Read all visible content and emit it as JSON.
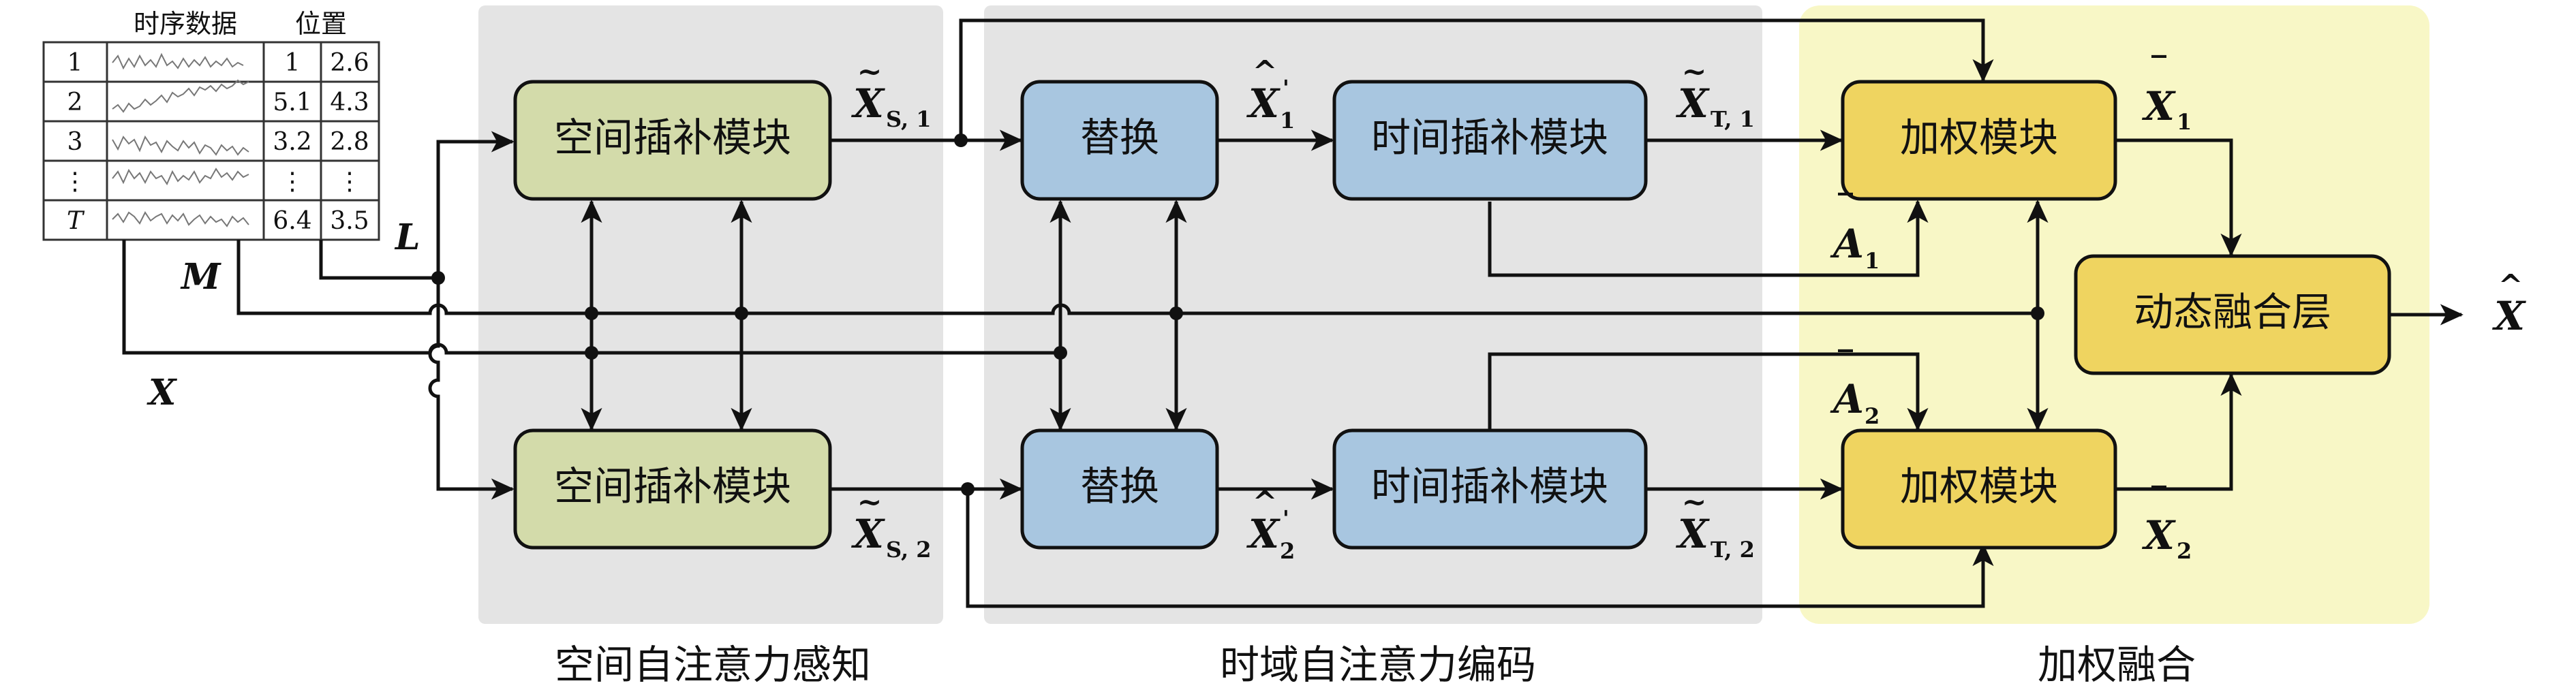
{
  "colors": {
    "spatial_box": "#d3dbaa",
    "temporal_box": "#a8c6e0",
    "weight_box": "#efd460",
    "spatial_bg": "#e4e4e4",
    "temporal_bg": "#e4e4e4",
    "fusion_bg": "#f8f7c6",
    "stroke": "#111111"
  },
  "input_table": {
    "header_series": "时序数据",
    "header_position": "位置",
    "rows": [
      {
        "id": "1",
        "p1": "1",
        "p2": "2.6"
      },
      {
        "id": "2",
        "p1": "5.1",
        "p2": "4.3"
      },
      {
        "id": "3",
        "p1": "3.2",
        "p2": "2.8"
      },
      {
        "id": "⋮",
        "p1": "⋮",
        "p2": "⋮"
      },
      {
        "id": "T",
        "p1": "6.4",
        "p2": "3.5"
      }
    ]
  },
  "inputs": {
    "L": "L",
    "M": "M",
    "X": "X"
  },
  "blocks": {
    "spatial_top": "空间插补模块",
    "spatial_bottom": "空间插补模块",
    "replace_top": "替换",
    "replace_bottom": "替换",
    "temporal_top": "时间插补模块",
    "temporal_bottom": "时间插补模块",
    "weight_top": "加权模块",
    "weight_bottom": "加权模块",
    "fusion": "动态融合层"
  },
  "signals": {
    "xs1": {
      "base": "X",
      "accent": "~",
      "sub": "S, 1"
    },
    "xs2": {
      "base": "X",
      "accent": "~",
      "sub": "S, 2"
    },
    "x1p": {
      "base": "X",
      "accent": "^",
      "sub": "1",
      "sup": "'"
    },
    "x2p": {
      "base": "X",
      "accent": "^",
      "sub": "2",
      "sup": "'"
    },
    "xt1": {
      "base": "X",
      "accent": "~",
      "sub": "T, 1"
    },
    "xt2": {
      "base": "X",
      "accent": "~",
      "sub": "T, 2"
    },
    "a1": {
      "base": "A",
      "accent": "‾",
      "sub": "1"
    },
    "a2": {
      "base": "A",
      "accent": "‾",
      "sub": "2"
    },
    "xbar1": {
      "base": "X",
      "accent": "‾",
      "sub": "1"
    },
    "xbar2": {
      "base": "X",
      "accent": "‾",
      "sub": "2"
    },
    "output": {
      "base": "X",
      "accent": "^"
    }
  },
  "regions": {
    "spatial": "空间自注意力感知",
    "temporal": "时域自注意力编码",
    "fusion": "加权融合"
  }
}
